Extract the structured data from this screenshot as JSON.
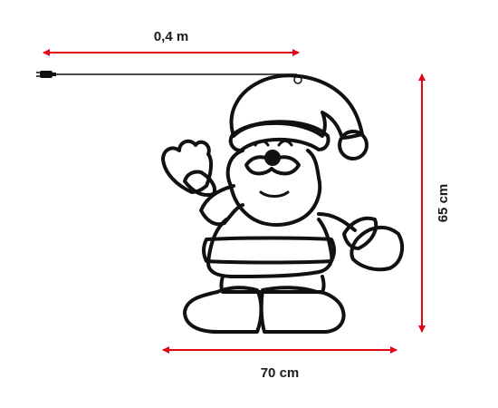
{
  "dimensions": {
    "cable_length": "0,4 m",
    "height": "65 cm",
    "width": "70 cm"
  },
  "colors": {
    "arrow": "#e30613",
    "outline": "#111111",
    "text": "#1a1a1a"
  },
  "figure": {
    "subject": "santa-claus-outline",
    "connector": "plug-icon"
  }
}
